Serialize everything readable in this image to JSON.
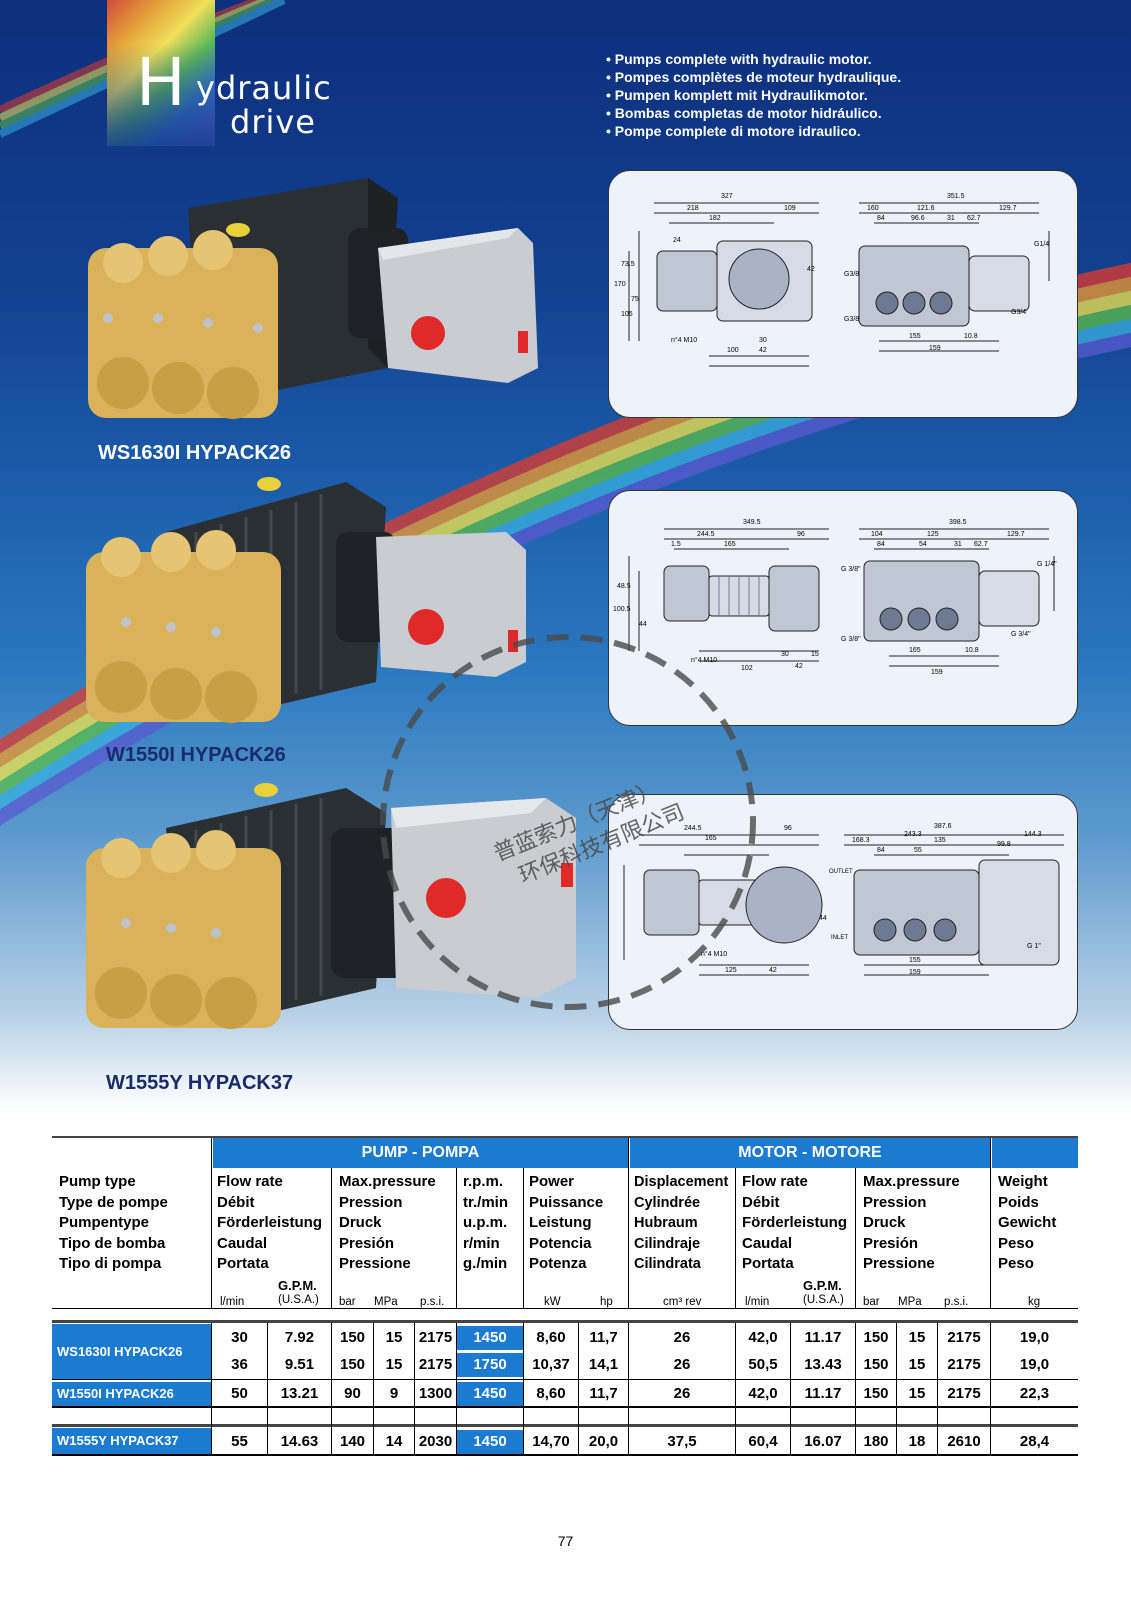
{
  "logo": {
    "initial": "H",
    "line1": "ydraulic",
    "line2": "drive"
  },
  "bullets": [
    "Pumps complete with hydraulic motor.",
    "Pompes complètes de moteur hydraulique.",
    "Pumpen komplett mit Hydraulikmotor.",
    "Bombas completas de motor hidráulico.",
    "Pompe complete di motore idraulico."
  ],
  "models": [
    "WS1630I HYPACK26",
    "W1550I HYPACK26",
    "W1555Y HYPACK37"
  ],
  "drawing_dims": [
    [
      "327",
      "218",
      "109",
      "182",
      "24",
      "73.5",
      "42",
      "75",
      "170",
      "105",
      "100",
      "n°4 M10",
      "30",
      "42",
      "351.5",
      "160",
      "121.6",
      "129.7",
      "84",
      "96.6",
      "31",
      "62.7",
      "G3/8",
      "G3/4",
      "G1/4",
      "G3/8",
      "155",
      "10.8",
      "159"
    ],
    [
      "349.5",
      "244.5",
      "96",
      "165",
      "1.5",
      "48.5",
      "44",
      "100.5",
      "n°4 M10",
      "102",
      "30",
      "15",
      "42",
      "398.5",
      "104",
      "125",
      "129.7",
      "84",
      "54",
      "31",
      "62.7",
      "G 3/8\"",
      "G 3/4\"",
      "G 1/4\"",
      "G 3/8\"",
      "165",
      "10.8",
      "159"
    ],
    [
      "387.6",
      "244.5",
      "96",
      "165",
      "168.3",
      "243.3",
      "135",
      "144.3",
      "84",
      "55",
      "99.8",
      "OUTLET",
      "INLET",
      "n°4 M10",
      "125",
      "42",
      "44",
      "155",
      "159",
      "G 1\""
    ]
  ],
  "stamp": {
    "line1": "普蓝索力（天津）",
    "line2": "环保科技有限公司"
  },
  "table": {
    "section_pump": "PUMP  -  POMPA",
    "section_motor": "MOTOR  -  MOTORE",
    "headers": {
      "pump_type": [
        "Pump type",
        "Type de pompe",
        "Pumpentype",
        "Tipo de bomba",
        "Tipo di pompa"
      ],
      "flow_rate": [
        "Flow rate",
        "Débit",
        "Förderleistung",
        "Caudal",
        "Portata"
      ],
      "max_pressure": [
        "Max.pressure",
        "Pression",
        "Druck",
        "Presión",
        "Pressione"
      ],
      "rpm": [
        "r.p.m.",
        "tr./min",
        "u.p.m.",
        "r/min",
        "g./min"
      ],
      "power": [
        "Power",
        "Puissance",
        "Leistung",
        "Potencia",
        "Potenza"
      ],
      "displacement": [
        "Displacement",
        "Cylindrée",
        "Hubraum",
        "Cilindraje",
        "Cilindrata"
      ],
      "motor_flow": [
        "Flow rate",
        "Débit",
        "Förderleistung",
        "Caudal",
        "Portata"
      ],
      "motor_pressure": [
        "Max.pressure",
        "Pression",
        "Druck",
        "Presión",
        "Pressione"
      ],
      "weight": [
        "Weight",
        "Poids",
        "Gewicht",
        "Peso",
        "Peso"
      ]
    },
    "gpm_label": "G.P.M.",
    "units": {
      "lmin": "l/min",
      "usa": "(U.S.A.)",
      "bar": "bar",
      "mpa": "MPa",
      "psi": "p.s.i.",
      "kw": "kW",
      "hp": "hp",
      "cm3rev": "cm³ rev",
      "kg": "kg"
    },
    "rows": [
      {
        "model": "WS1630I HYPACK26",
        "lmin": "30",
        "gpm": "7.92",
        "bar": "150",
        "mpa": "15",
        "psi": "2175",
        "rpm": "1450",
        "kw": "8,60",
        "hp": "11,7",
        "disp": "26",
        "m_lmin": "42,0",
        "m_gpm": "11.17",
        "m_bar": "150",
        "m_mpa": "15",
        "m_psi": "2175",
        "kg": "19,0"
      },
      {
        "model": "",
        "lmin": "36",
        "gpm": "9.51",
        "bar": "150",
        "mpa": "15",
        "psi": "2175",
        "rpm": "1750",
        "kw": "10,37",
        "hp": "14,1",
        "disp": "26",
        "m_lmin": "50,5",
        "m_gpm": "13.43",
        "m_bar": "150",
        "m_mpa": "15",
        "m_psi": "2175",
        "kg": "19,0"
      },
      {
        "model": "W1550I HYPACK26",
        "lmin": "50",
        "gpm": "13.21",
        "bar": "90",
        "mpa": "9",
        "psi": "1300",
        "rpm": "1450",
        "kw": "8,60",
        "hp": "11,7",
        "disp": "26",
        "m_lmin": "42,0",
        "m_gpm": "11.17",
        "m_bar": "150",
        "m_mpa": "15",
        "m_psi": "2175",
        "kg": "22,3"
      },
      {
        "model": "W1555Y HYPACK37",
        "lmin": "55",
        "gpm": "14.63",
        "bar": "140",
        "mpa": "14",
        "psi": "2030",
        "rpm": "1450",
        "kw": "14,70",
        "hp": "20,0",
        "disp": "37,5",
        "m_lmin": "60,4",
        "m_gpm": "16.07",
        "m_bar": "180",
        "m_mpa": "18",
        "m_psi": "2610",
        "kg": "28,4"
      }
    ]
  },
  "page_number": "77",
  "colors": {
    "header_blue": "#1a7bd1",
    "brass": "#d9b25a",
    "pump_body": "#2a2f33",
    "red_cap": "#e02a2a"
  }
}
